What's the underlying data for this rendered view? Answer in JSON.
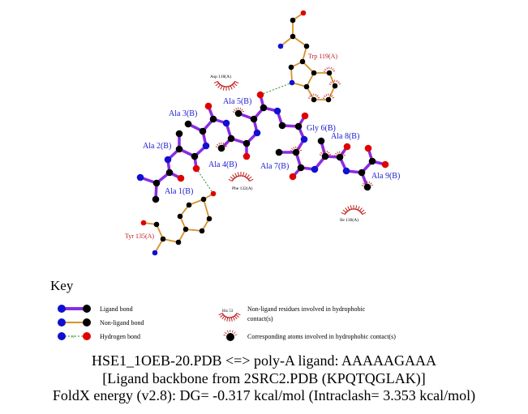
{
  "ligand_labels": [
    "Ala 1(B)",
    "Ala 2(B)",
    "Ala 3(B)",
    "Ala 4(B)",
    "Ala 5(B)",
    "Gly 6(B)",
    "Ala 7(B)",
    "Ala 8(B)",
    "Ala 9(B)"
  ],
  "residue_labels": {
    "trp": "Trp 119(A)",
    "tyr": "Tyr 135(A)"
  },
  "hydrophobic_labels": {
    "asp": "Asp 118(A)",
    "phe": "Phe 132(A)",
    "ile": "Ile 130(A)"
  },
  "key": {
    "title": "Key",
    "ligand_bond": "Ligand bond",
    "nonligand_bond": "Non-ligand bond",
    "hbond": "Hydrogen bond",
    "hbond_dist": "3.0",
    "his_label": "His 53",
    "nonligand_residues": "Non-ligand residues involved in hydrophobic",
    "nonligand_residues2": "contact(s)",
    "corresponding": "Corresponding atoms involved in hydrophobic contact(s)"
  },
  "caption": {
    "line1": "HSE1_1OEB-20.PDB <=> poly-A ligand: AAAAAGAAA",
    "line2": "[Ligand backbone from 2SRC2.PDB (KPQTQGLAK)]",
    "line3": "FoldX energy (v2.8): DG= -0.317 kcal/mol (Intraclash= 3.353 kcal/mol)"
  },
  "colors": {
    "ligand_bond": "#8a2be2",
    "nonligand_bond": "#d4922a",
    "N": "#1010d0",
    "O": "#e00000",
    "C": "#000000",
    "hbond": "#2a8a2a",
    "label_ligand": "#1a1ad0",
    "label_residue": "#c02020",
    "hydrophobic": "#c02020"
  }
}
